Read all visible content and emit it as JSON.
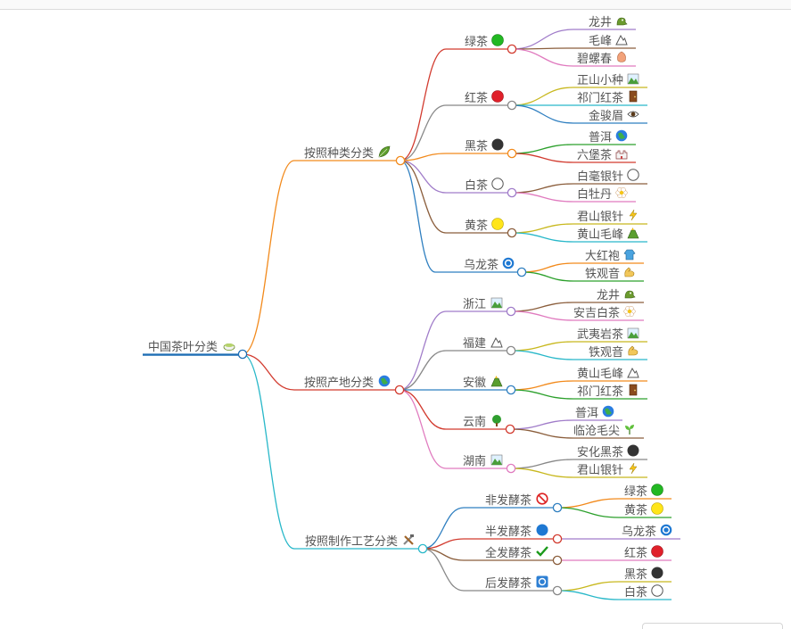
{
  "mindmap": {
    "root": {
      "label": "中国茶叶分类",
      "icon": "tea-cup-icon"
    },
    "groups": [
      {
        "label": "按照种类分类",
        "icon": "leaf-icon",
        "color": "#f28a1c",
        "children": [
          {
            "label": "绿茶",
            "icon": "green-circle-icon",
            "color": "#d23b2f",
            "leaves": [
              {
                "label": "龙井",
                "icon": "dragon-icon",
                "color": "#a07cc9"
              },
              {
                "label": "毛峰",
                "icon": "mountain-icon",
                "color": "#8b5e3c"
              },
              {
                "label": "碧螺春",
                "icon": "shell-icon",
                "color": "#e07bbf"
              }
            ]
          },
          {
            "label": "红茶",
            "icon": "red-circle-icon",
            "color": "#888888",
            "leaves": [
              {
                "label": "正山小种",
                "icon": "landscape-icon",
                "color": "#c8b81e"
              },
              {
                "label": "祁门红茶",
                "icon": "door-icon",
                "color": "#29b8c9"
              },
              {
                "label": "金骏眉",
                "icon": "eye-icon",
                "color": "#2f7fc0"
              }
            ]
          },
          {
            "label": "黑茶",
            "icon": "black-circle-icon",
            "color": "#f28a1c",
            "leaves": [
              {
                "label": "普洱",
                "icon": "globe-icon",
                "color": "#2ca02c"
              },
              {
                "label": "六堡茶",
                "icon": "castle-icon",
                "color": "#d23b2f"
              }
            ]
          },
          {
            "label": "白茶",
            "icon": "white-circle-icon",
            "color": "#a07cc9",
            "leaves": [
              {
                "label": "白毫银针",
                "icon": "white-circle-icon",
                "color": "#8b5e3c"
              },
              {
                "label": "白牡丹",
                "icon": "flower-icon",
                "color": "#e07bbf"
              }
            ]
          },
          {
            "label": "黄茶",
            "icon": "yellow-circle-icon",
            "color": "#8b5e3c",
            "leaves": [
              {
                "label": "君山银针",
                "icon": "lightning-icon",
                "color": "#c8b81e"
              },
              {
                "label": "黄山毛峰",
                "icon": "volcano-icon",
                "color": "#29b8c9"
              }
            ]
          },
          {
            "label": "乌龙茶",
            "icon": "blue-spiral-icon",
            "color": "#2f7fc0",
            "leaves": [
              {
                "label": "大红袍",
                "icon": "robe-icon",
                "color": "#f28a1c"
              },
              {
                "label": "铁观音",
                "icon": "muscle-icon",
                "color": "#2ca02c"
              }
            ]
          }
        ]
      },
      {
        "label": "按照产地分类",
        "icon": "globe-icon",
        "color": "#d23b2f",
        "children": [
          {
            "label": "浙江",
            "icon": "landscape-icon",
            "color": "#a07cc9",
            "leaves": [
              {
                "label": "龙井",
                "icon": "dragon-icon",
                "color": "#8b5e3c"
              },
              {
                "label": "安吉白茶",
                "icon": "flower-icon",
                "color": "#e07bbf"
              }
            ]
          },
          {
            "label": "福建",
            "icon": "mountain-icon",
            "color": "#888888",
            "leaves": [
              {
                "label": "武夷岩茶",
                "icon": "landscape-icon",
                "color": "#c8b81e"
              },
              {
                "label": "铁观音",
                "icon": "muscle-icon",
                "color": "#29b8c9"
              }
            ]
          },
          {
            "label": "安徽",
            "icon": "volcano-icon",
            "color": "#2f7fc0",
            "leaves": [
              {
                "label": "黄山毛峰",
                "icon": "mountain-icon",
                "color": "#f28a1c"
              },
              {
                "label": "祁门红茶",
                "icon": "door-icon",
                "color": "#2ca02c"
              }
            ]
          },
          {
            "label": "云南",
            "icon": "tree-icon",
            "color": "#d23b2f",
            "leaves": [
              {
                "label": "普洱",
                "icon": "globe-icon",
                "color": "#a07cc9"
              },
              {
                "label": "临沧毛尖",
                "icon": "sprout-icon",
                "color": "#8b5e3c"
              }
            ]
          },
          {
            "label": "湖南",
            "icon": "landscape-icon",
            "color": "#e07bbf",
            "leaves": [
              {
                "label": "安化黑茶",
                "icon": "black-circle-icon",
                "color": "#888888"
              },
              {
                "label": "君山银针",
                "icon": "lightning-icon",
                "color": "#c8b81e"
              }
            ]
          }
        ]
      },
      {
        "label": "按照制作工艺分类",
        "icon": "tools-icon",
        "color": "#29b8c9",
        "children": [
          {
            "label": "非发酵茶",
            "icon": "prohibited-icon",
            "color": "#2f7fc0",
            "leaves": [
              {
                "label": "绿茶",
                "icon": "green-circle-icon",
                "color": "#f28a1c"
              },
              {
                "label": "黄茶",
                "icon": "yellow-circle-icon",
                "color": "#2ca02c"
              }
            ]
          },
          {
            "label": "半发酵茶",
            "icon": "blue-circle-icon",
            "color": "#d23b2f",
            "leaves": [
              {
                "label": "乌龙茶",
                "icon": "blue-spiral-icon",
                "color": "#a07cc9"
              }
            ]
          },
          {
            "label": "全发酵茶",
            "icon": "check-icon",
            "color": "#8b5e3c",
            "leaves": [
              {
                "label": "红茶",
                "icon": "red-circle-icon",
                "color": "#e07bbf"
              }
            ]
          },
          {
            "label": "后发酵茶",
            "icon": "repeat-icon",
            "color": "#888888",
            "leaves": [
              {
                "label": "黑茶",
                "icon": "black-circle-icon",
                "color": "#c8b81e"
              },
              {
                "label": "白茶",
                "icon": "white-circle-icon",
                "color": "#29b8c9"
              }
            ]
          }
        ]
      }
    ]
  }
}
